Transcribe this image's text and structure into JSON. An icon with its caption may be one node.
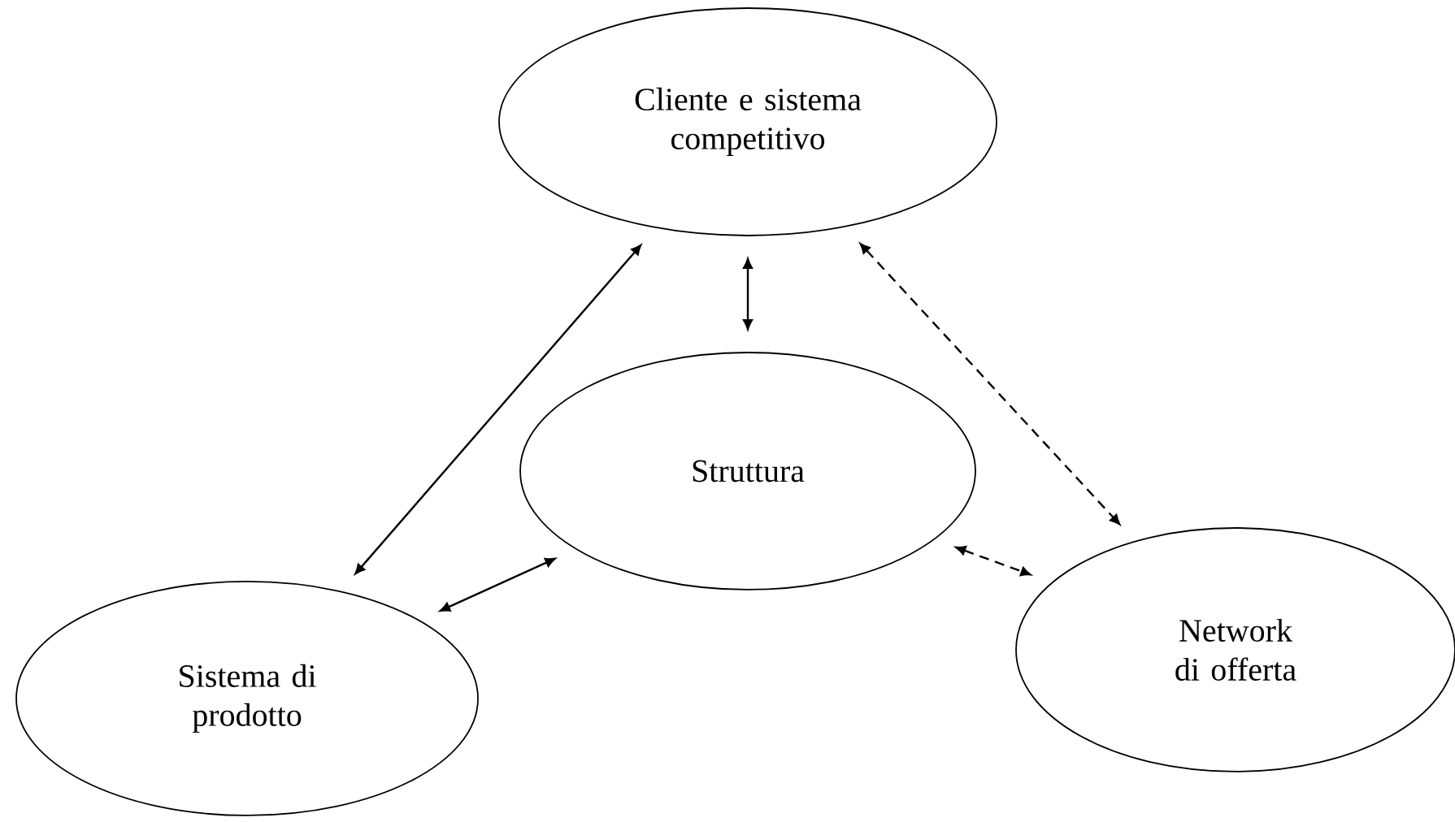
{
  "diagram": {
    "nodes": [
      {
        "text": [
          "Cliente e sistema competitivo"
        ]
      },
      {
        "text": [
          "Struttura"
        ]
      },
      {
        "text": [
          "Sistema di prodotto"
        ]
      },
      {
        "text": [
          "Network di offerta"
        ]
      }
    ],
    "edges": [
      {
        "from": 0,
        "to": 2,
        "arrow": "both"
      },
      {
        "from": 0,
        "to": 1,
        "arrow": "both"
      },
      {
        "from": 1,
        "to": 2,
        "arrow": "both"
      },
      {
        "from": 0,
        "to": 3,
        "arrow": "both",
        "style": "dashed"
      },
      {
        "from": 1,
        "to": 3,
        "arrow": "both",
        "style": "dashed"
      }
    ]
  }
}
